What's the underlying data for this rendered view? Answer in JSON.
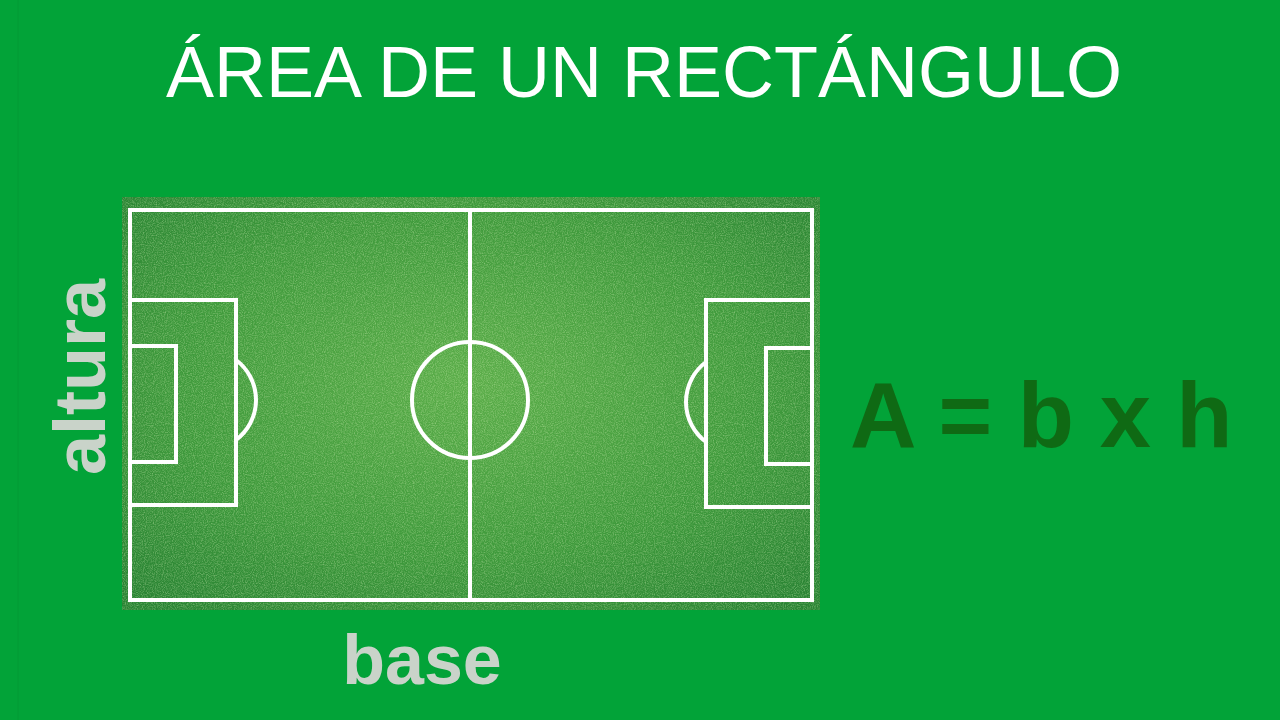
{
  "diagram": {
    "title": "ÁREA DE UN RECTÁNGULO",
    "labels": [
      "altura",
      "base",
      "A = b x h"
    ]
  }
}
